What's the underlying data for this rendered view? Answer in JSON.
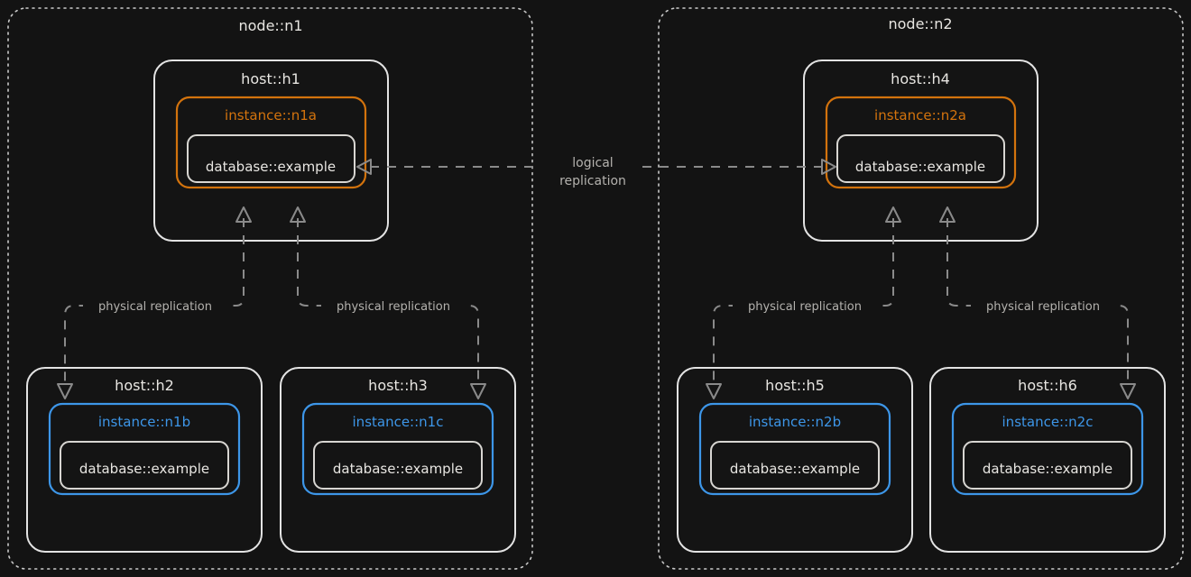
{
  "theme": {
    "background": "#131313",
    "node_border": "#c9c9c9",
    "host_border": "#e3e3e3",
    "instance_primary": "#d3730d",
    "instance_replica": "#3d96e8",
    "database_border": "#d8d6d2",
    "text": "#e8e6e2",
    "edge": "#8a8a8a",
    "edge_label": "#b4b2ae"
  },
  "nodes": [
    {
      "id": "n1",
      "label": "node::n1",
      "hosts": [
        {
          "id": "h1",
          "label": "host::h1",
          "instance": {
            "label": "instance::n1a",
            "role": "primary"
          },
          "database": {
            "label": "database::example"
          }
        },
        {
          "id": "h2",
          "label": "host::h2",
          "instance": {
            "label": "instance::n1b",
            "role": "replica"
          },
          "database": {
            "label": "database::example"
          }
        },
        {
          "id": "h3",
          "label": "host::h3",
          "instance": {
            "label": "instance::n1c",
            "role": "replica"
          },
          "database": {
            "label": "database::example"
          }
        }
      ]
    },
    {
      "id": "n2",
      "label": "node::n2",
      "hosts": [
        {
          "id": "h4",
          "label": "host::h4",
          "instance": {
            "label": "instance::n2a",
            "role": "primary"
          },
          "database": {
            "label": "database::example"
          }
        },
        {
          "id": "h5",
          "label": "host::h5",
          "instance": {
            "label": "instance::n2b",
            "role": "replica"
          },
          "database": {
            "label": "database::example"
          }
        },
        {
          "id": "h6",
          "label": "host::h6",
          "instance": {
            "label": "instance::n2c",
            "role": "replica"
          },
          "database": {
            "label": "database::example"
          }
        }
      ]
    }
  ],
  "edges": {
    "logical": {
      "label_line1": "logical",
      "label_line2": "replication",
      "from": "n2a",
      "to": "n1a"
    },
    "physical": [
      {
        "label": "physical replication",
        "from": "h1",
        "to": "h2"
      },
      {
        "label": "physical replication",
        "from": "h1",
        "to": "h3"
      },
      {
        "label": "physical replication",
        "from": "h4",
        "to": "h5"
      },
      {
        "label": "physical replication",
        "from": "h4",
        "to": "h6"
      }
    ]
  }
}
